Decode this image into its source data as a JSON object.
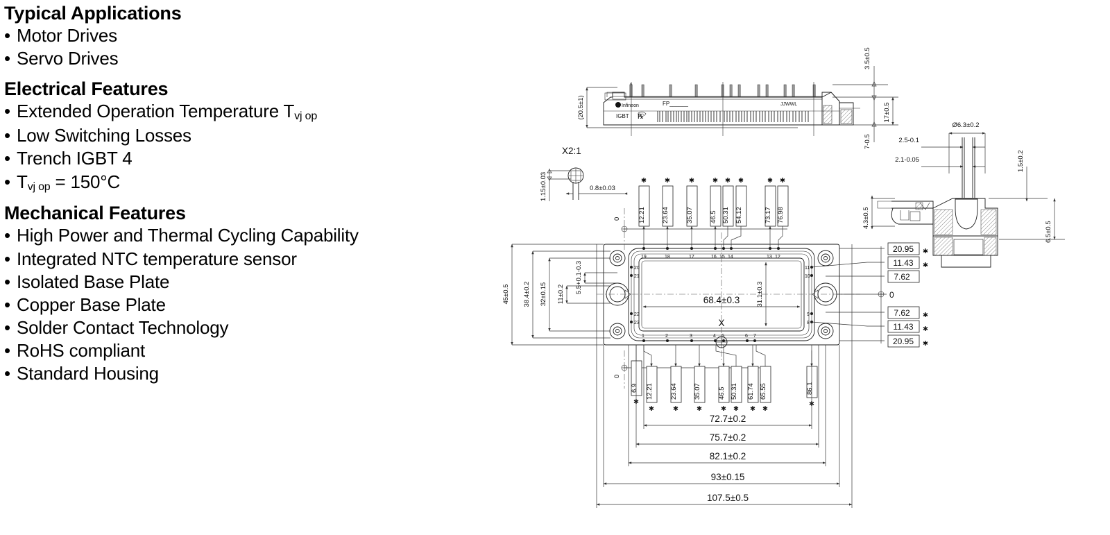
{
  "features": {
    "sections": [
      {
        "heading": "Typical Applications",
        "items": [
          "Motor Drives",
          "Servo Drives"
        ]
      },
      {
        "heading": "Electrical Features",
        "items": [
          "Extended Operation Temperature T",
          "Low Switching Losses",
          "Trench IGBT 4",
          "T"
        ],
        "item_subs": [
          "vj op",
          "",
          "",
          "vj op"
        ],
        "item_tails": [
          "",
          "",
          "",
          " = 150°C"
        ]
      },
      {
        "heading": "Mechanical Features",
        "items": [
          "High Power and Thermal Cycling Capability",
          "Integrated NTC temperature sensor",
          "Isolated Base Plate",
          "Copper Base Plate",
          "Solder Contact Technology",
          "RoHS compliant",
          "Standard Housing"
        ]
      }
    ]
  },
  "drawing": {
    "side_view": {
      "brand": "Infineon",
      "type_label": "IGBT",
      "part_prefix": "FP______",
      "date_code": "JJWWL",
      "height_overall": "(20.5±1)",
      "pin_height": "3.5±0.5",
      "body_height": "17±0.5",
      "base_height": "7-0.5"
    },
    "detail_x": {
      "label": "X2:1",
      "pin_width": "0.8±0.03",
      "pin_thickness": "1.15±0.03"
    },
    "detail_right": {
      "hole_dia": "Ø6.3±0.2",
      "dim_a": "2.5-0.1",
      "dim_b": "2.1-0.05",
      "dim_c": "1.5±0.2",
      "dim_d": "6.5±0.5",
      "dim_e": "4.3±0.5"
    },
    "top_view": {
      "vertical_dims": [
        "45±0.5",
        "38.4±0.2",
        "32±0.15",
        "11±0.2",
        "5.5+0.1-0.3"
      ],
      "inner_width": "68.4±0.3",
      "inner_height": "31.1±0.3",
      "center_mark": "X",
      "datum_zero": "0",
      "top_callouts": [
        "12.21",
        "23.64",
        "35.07",
        "46.5",
        "50.31",
        "54.12",
        "73.17",
        "76.98"
      ],
      "bottom_callouts": [
        "6.9",
        "12.21",
        "23.64",
        "35.07",
        "46.5",
        "50.31",
        "61.74",
        "65.55",
        "86.1"
      ],
      "right_callouts": [
        "20.95",
        "11.43",
        "7.62",
        "0",
        "7.62",
        "11.43",
        "20.95"
      ],
      "pin_numbers_top": [
        "19",
        "18",
        "17",
        "16",
        "15",
        "14",
        "13",
        "12"
      ],
      "pin_numbers_bottom": [
        "1",
        "2",
        "3",
        "4",
        "5",
        "6",
        "7"
      ],
      "pin_numbers_left": [
        "20",
        "21",
        "22",
        "23"
      ],
      "pin_numbers_right": [
        "11",
        "10",
        "9",
        "8"
      ],
      "bottom_chain": [
        "72.7±0.2",
        "75.7±0.2",
        "82.1±0.2",
        "93±0.15",
        "107.5±0.5"
      ]
    }
  }
}
